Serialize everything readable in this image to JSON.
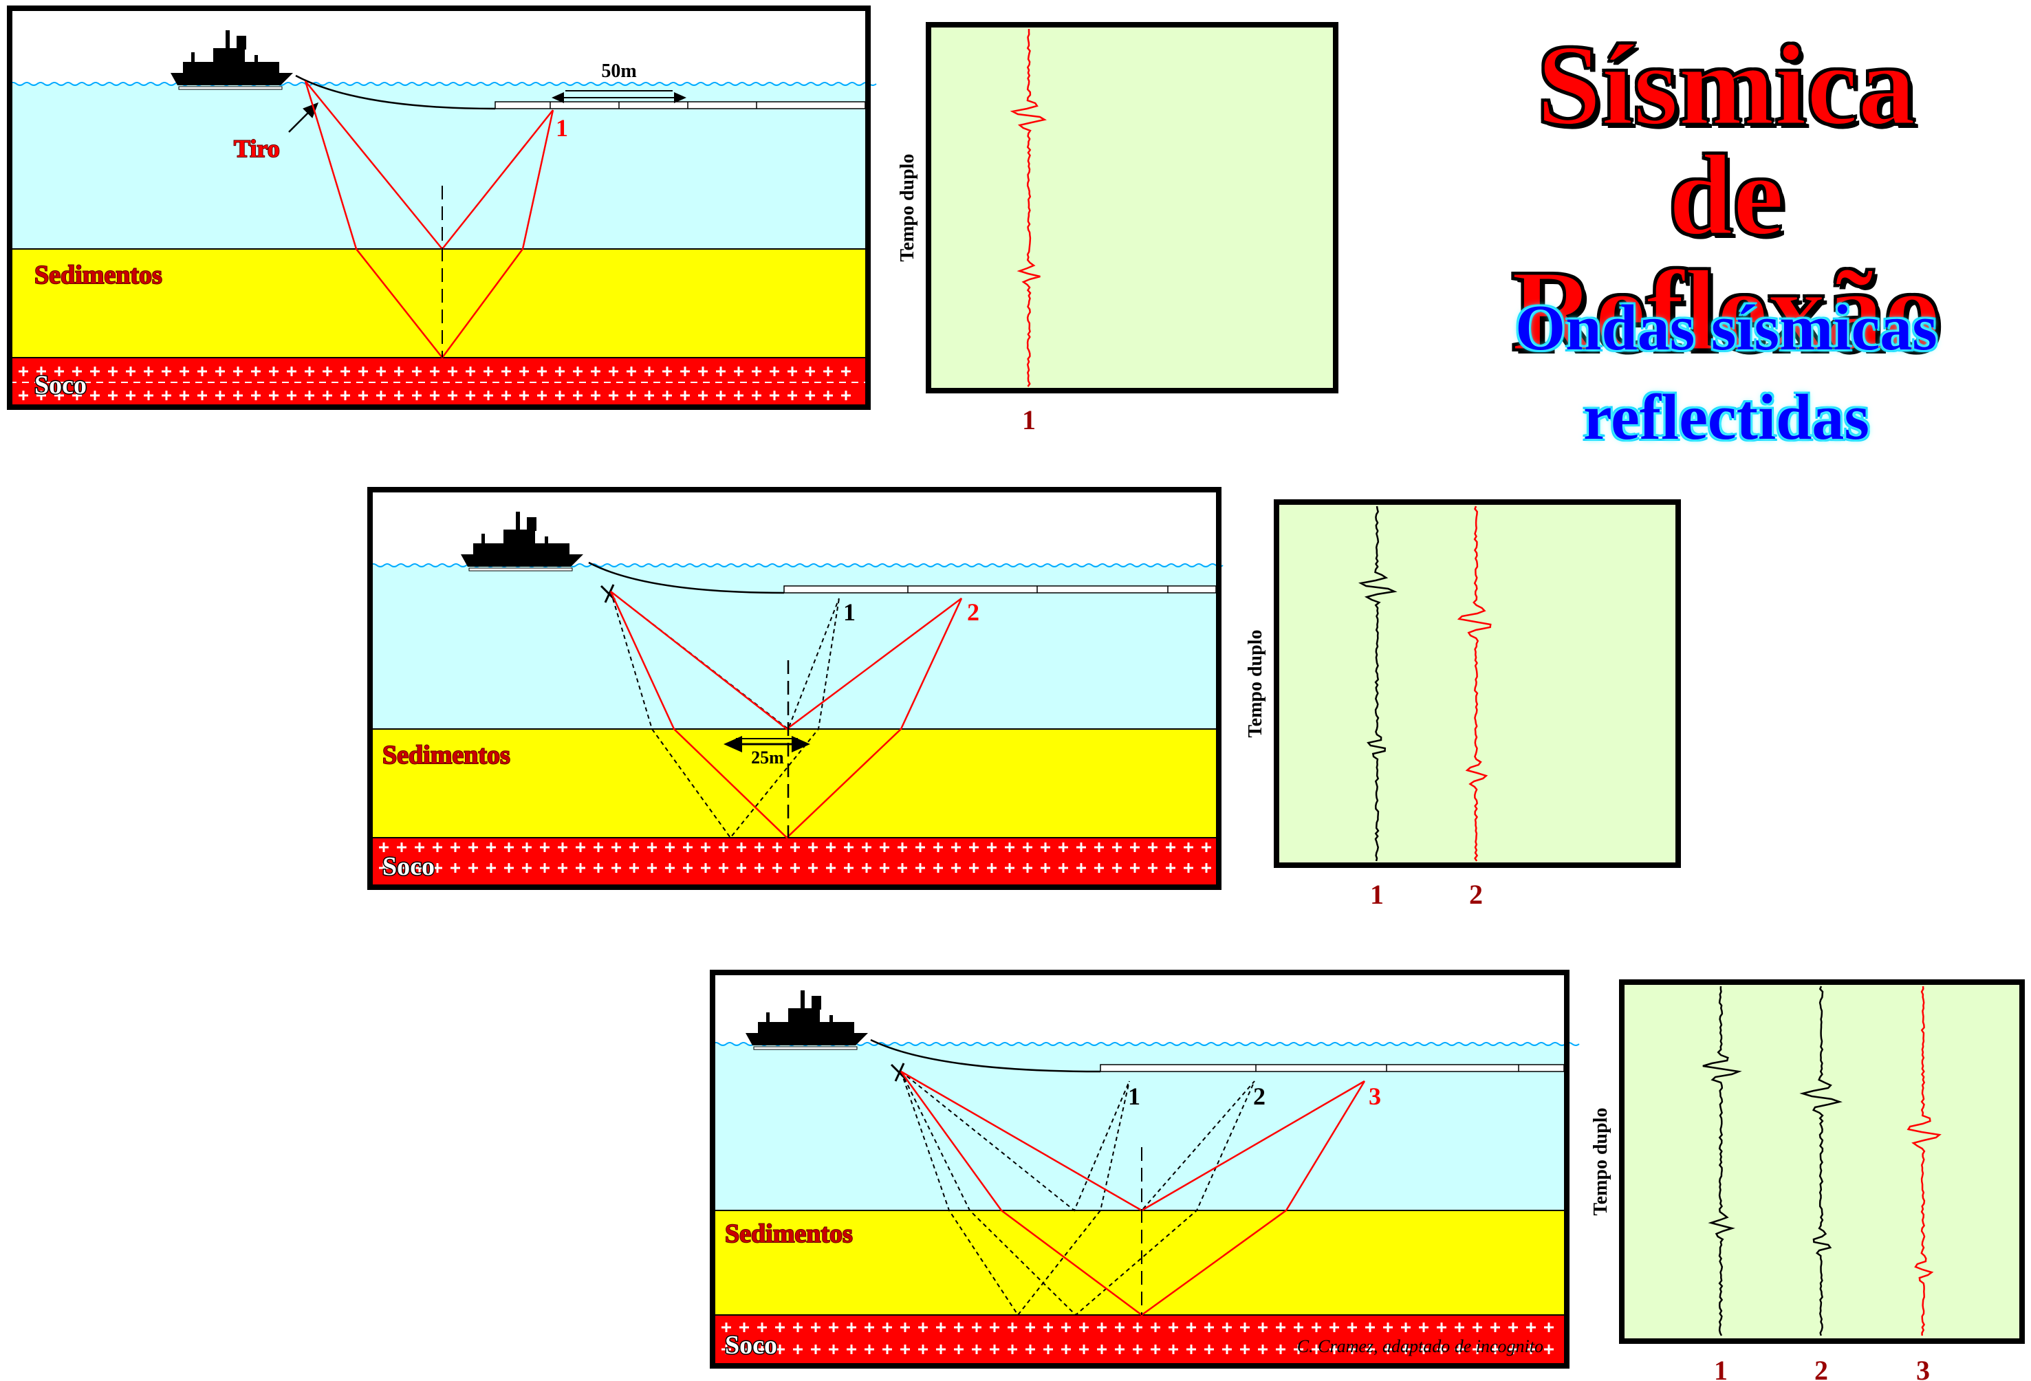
{
  "title": {
    "line1": "Sísmica",
    "line2": "de Reflexão",
    "subtitle_line1": "Ondas sísmicas",
    "subtitle_line2": "reflectidas"
  },
  "layers": {
    "sediments": "Sedimentos",
    "bedrock": "Soco"
  },
  "panel1": {
    "shot_label": "Tiro",
    "distance_label": "50m",
    "receiver": "1",
    "traces": [
      "1"
    ]
  },
  "panel2": {
    "distance_label": "25m",
    "receivers": [
      "1",
      "2"
    ],
    "traces": [
      "1",
      "2"
    ]
  },
  "panel3": {
    "receivers": [
      "1",
      "2",
      "3"
    ],
    "traces": [
      "1",
      "2",
      "3"
    ],
    "credit": "C. Cramez, adaptado de incognito"
  },
  "seismogram": {
    "axis_label": "Tempo duplo"
  },
  "colors": {
    "water": "#ccffff",
    "sediments": "#ffff00",
    "bedrock": "#ff0000",
    "seismogram_bg": "#e5ffcc",
    "ray": "#ff0000",
    "frame": "#000000"
  }
}
